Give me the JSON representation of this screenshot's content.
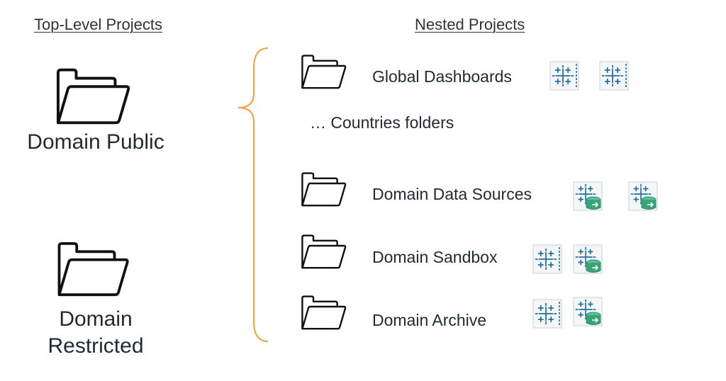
{
  "headers": {
    "top_level": "Top-Level Projects",
    "nested": "Nested Projects"
  },
  "top_level_projects": [
    {
      "label": "Domain Public"
    },
    {
      "label": "Domain Restricted",
      "line1": "Domain",
      "line2": "Restricted"
    }
  ],
  "nested_projects": [
    {
      "label": "Global Dashboards",
      "icons": [
        "workbook-icon",
        "workbook-icon"
      ]
    },
    {
      "label": "… Countries folders",
      "icons": []
    },
    {
      "label": "Domain Data Sources",
      "icons": [
        "datasource-icon",
        "datasource-icon"
      ]
    },
    {
      "label": "Domain Sandbox",
      "icons": [
        "workbook-icon",
        "datasource-icon"
      ]
    },
    {
      "label": "Domain Archive",
      "icons": [
        "workbook-icon",
        "datasource-icon"
      ]
    }
  ],
  "colors": {
    "brace": "#f0a040",
    "tableau_blue": "#1f6f9e",
    "datasource_green": "#3aa37a",
    "text": "#1f2a33"
  }
}
